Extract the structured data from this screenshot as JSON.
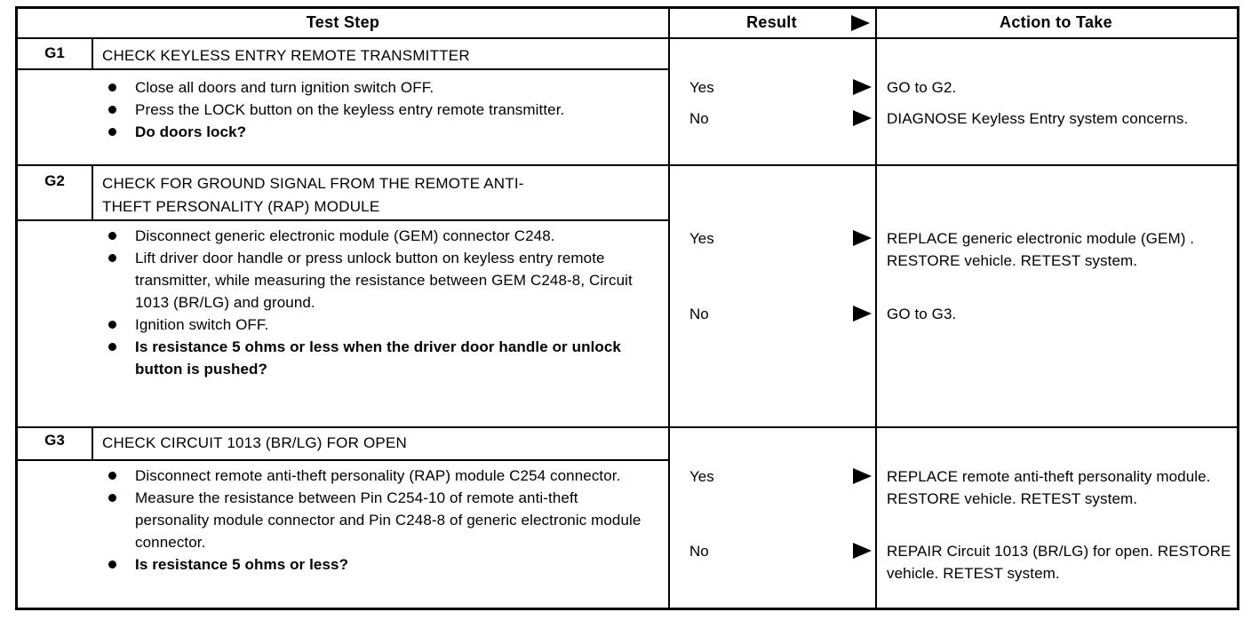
{
  "header": {
    "test_step": "Test Step",
    "result": "Result",
    "action": "Action to Take"
  },
  "steps": [
    {
      "id": "G1",
      "title": "CHECK KEYLESS ENTRY REMOTE TRANSMITTER",
      "bullets": [
        {
          "text": "Close all doors and turn ignition switch OFF.",
          "bold": false
        },
        {
          "text": "Press the LOCK button on the keyless entry remote transmitter.",
          "bold": false
        },
        {
          "text": "Do doors lock?",
          "bold": true
        }
      ],
      "results": [
        {
          "label": "Yes",
          "action": "GO to G2."
        },
        {
          "label": "No",
          "action": "DIAGNOSE Keyless Entry system concerns."
        }
      ]
    },
    {
      "id": "G2",
      "title": "CHECK FOR GROUND SIGNAL FROM THE REMOTE ANTI-THEFT PERSONALITY (RAP) MODULE",
      "bullets": [
        {
          "text": "Disconnect generic electronic module (GEM) connector C248.",
          "bold": false
        },
        {
          "text": "Lift driver door handle or press unlock button on keyless entry remote transmitter, while measuring the resistance between GEM C248-8, Circuit 1013 (BR/LG) and ground.",
          "bold": false
        },
        {
          "text": "Ignition switch OFF.",
          "bold": false
        },
        {
          "text": "Is resistance 5 ohms or less when the driver door handle or unlock button is pushed?",
          "bold": true
        }
      ],
      "results": [
        {
          "label": "Yes",
          "action": "REPLACE generic electronic module (GEM) . RESTORE vehicle. RETEST system."
        },
        {
          "label": "No",
          "action": "GO to G3."
        }
      ]
    },
    {
      "id": "G3",
      "title": "CHECK CIRCUIT 1013 (BR/LG) FOR OPEN",
      "bullets": [
        {
          "text": "Disconnect remote anti-theft personality (RAP) module C254 connector.",
          "bold": false
        },
        {
          "text": "Measure the resistance between Pin C254-10 of remote anti-theft personality module connector and Pin C248-8 of generic electronic module connector.",
          "bold": false
        },
        {
          "text": "Is resistance 5 ohms or less?",
          "bold": true
        }
      ],
      "results": [
        {
          "label": "Yes",
          "action": "REPLACE remote anti-theft personality module. RESTORE vehicle. RETEST system."
        },
        {
          "label": "No",
          "action": "REPAIR Circuit 1013 (BR/LG) for open. RESTORE vehicle. RETEST system."
        }
      ]
    }
  ]
}
